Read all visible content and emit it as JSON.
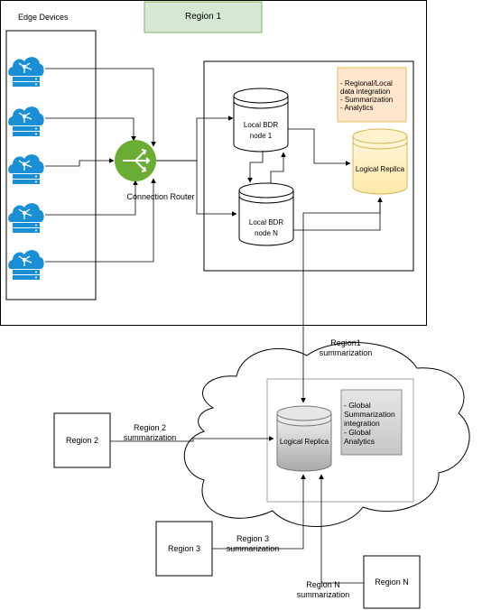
{
  "region1_label": "Region 1",
  "edge_devices_label": "Edge Devices",
  "connection_router_label": "Connection Router",
  "local_bdr_node1_label": "Local BDR\nnode 1",
  "local_bdr_nodeN_label": "Local BDR\nnode N",
  "logical_replica_region_label": "Logical Replica",
  "regional_note": "- Regional/Local\ndata integration\n- Summarization\n- Analytics",
  "region1_summarization_label": "Region1\nsummarization",
  "global_logical_replica_label": "Logical Replica",
  "global_note": "- Global\nSummarization\nintegration\n- Global\nAnalytics",
  "region2_label": "Region 2",
  "region2_summarization_label": "Region 2\nsummarization",
  "region3_label": "Region 3",
  "region3_summarization_label": "Region 3\nsummarization",
  "regionN_label": "Region N",
  "regionN_summarization_label": "Region N\nsummarization",
  "colors": {
    "region1_header_fill": "#d5e8d4",
    "region1_header_stroke": "#82b366",
    "router_green": "#6aad35",
    "cloud_icon_blue": "#1a8fd6",
    "replica_yellow": "#fff2cc",
    "replica_yellow_stroke": "#d6b656",
    "regional_note_fill": "#ffe6cc",
    "global_note_fill": "#d9d9d9",
    "global_replica_gray": "#c8c8c8"
  }
}
